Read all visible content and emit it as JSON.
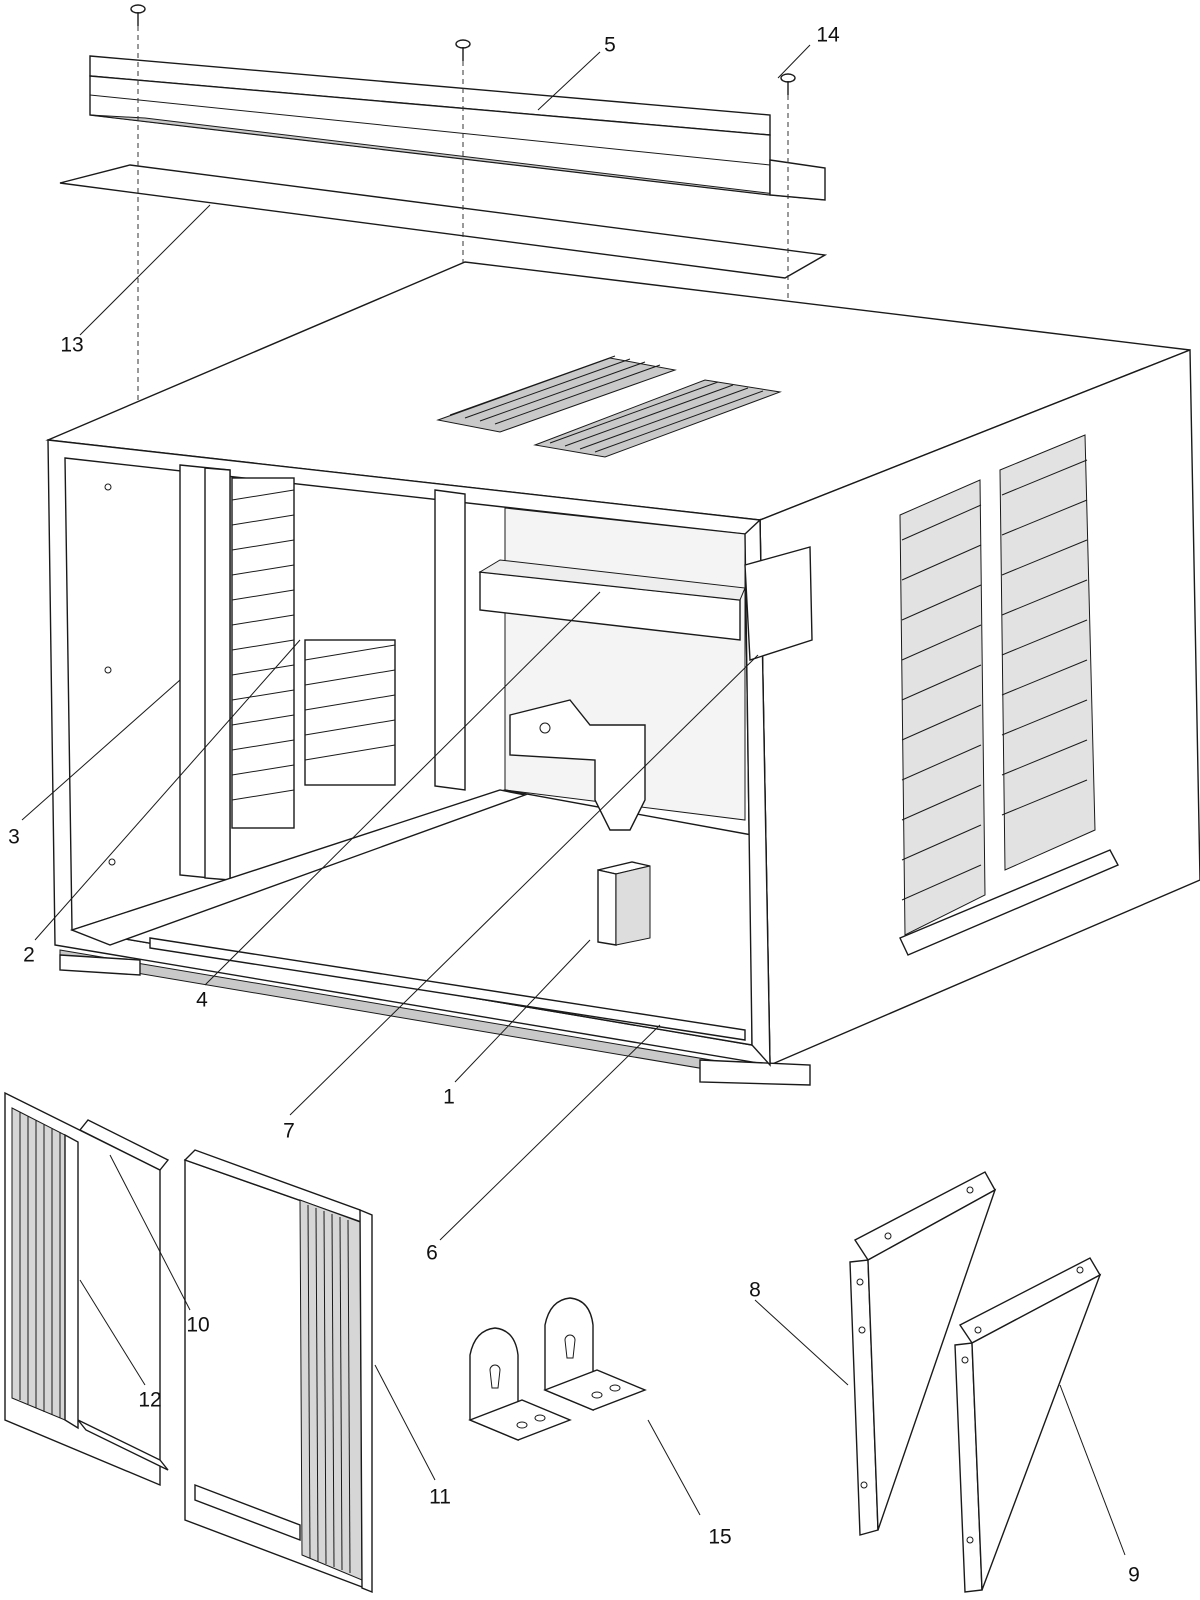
{
  "callouts": [
    {
      "id": "1",
      "text": "1"
    },
    {
      "id": "2",
      "text": "2"
    },
    {
      "id": "3",
      "text": "3"
    },
    {
      "id": "4",
      "text": "4"
    },
    {
      "id": "5",
      "text": "5"
    },
    {
      "id": "6",
      "text": "6"
    },
    {
      "id": "7",
      "text": "7"
    },
    {
      "id": "8",
      "text": "8"
    },
    {
      "id": "9",
      "text": "9"
    },
    {
      "id": "10",
      "text": "10"
    },
    {
      "id": "11",
      "text": "11"
    },
    {
      "id": "12",
      "text": "12"
    },
    {
      "id": "13",
      "text": "13"
    },
    {
      "id": "14",
      "text": "14"
    },
    {
      "id": "15",
      "text": "15"
    }
  ],
  "colors": {
    "line": "#1a1a1a",
    "background": "#ffffff",
    "shade": "#c9c9c9"
  }
}
